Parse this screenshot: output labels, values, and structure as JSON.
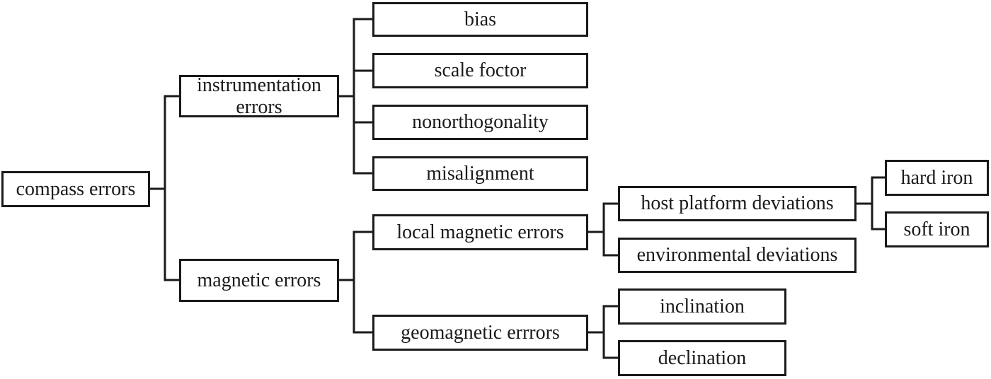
{
  "tree": {
    "label": "compass errors",
    "children": [
      {
        "label": "instrumentation errors",
        "children": [
          {
            "label": "bias"
          },
          {
            "label": "scale foctor"
          },
          {
            "label": "nonorthogonality"
          },
          {
            "label": "misalignment"
          }
        ]
      },
      {
        "label": "magnetic errors",
        "children": [
          {
            "label": "local magnetic errors",
            "children": [
              {
                "label": "host platform deviations",
                "children": [
                  {
                    "label": "hard iron"
                  },
                  {
                    "label": "soft iron"
                  }
                ]
              },
              {
                "label": "environmental deviations"
              }
            ]
          },
          {
            "label": "geomagnetic errrors",
            "children": [
              {
                "label": "inclination"
              },
              {
                "label": "declination"
              }
            ]
          }
        ]
      }
    ]
  },
  "colors": {
    "line": "#1a1a1a",
    "box_border": "#1a1a1a",
    "text": "#1a1a1a",
    "background": "#ffffff"
  }
}
